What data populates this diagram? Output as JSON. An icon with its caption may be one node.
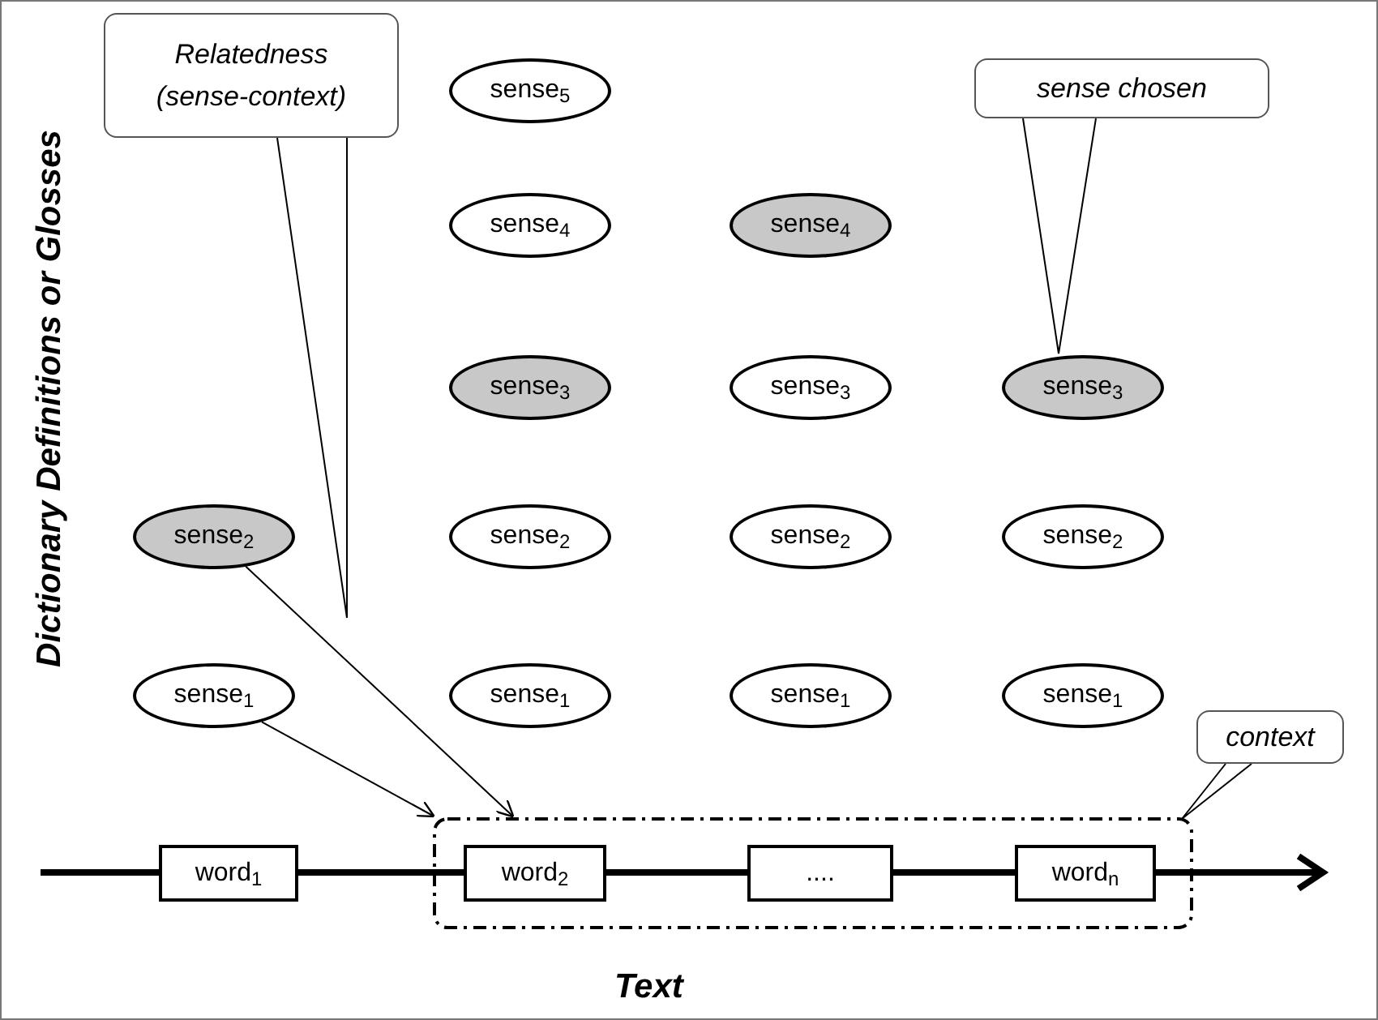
{
  "diagram": {
    "nodes": [
      {
        "text": [
          "Relatedness (sense-context)"
        ]
      },
      {
        "text": [
          "sense$_{5}$"
        ]
      },
      {
        "text": [
          "sense chosen"
        ]
      },
      {
        "text": [
          "sense$_{4}$"
        ]
      },
      {
        "text": [
          "sense$_{4}$"
        ]
      },
      {
        "text": [
          "sense$_{3}$"
        ]
      },
      {
        "text": [
          "sense$_{3}$"
        ]
      },
      {
        "text": [
          "sense$_{3}$"
        ]
      },
      {
        "text": [
          "sense$_{2}$"
        ]
      },
      {
        "text": [
          "sense$_{2}$"
        ]
      },
      {
        "text": [
          "sense$_{2}$"
        ]
      },
      {
        "text": [
          "sense$_{2}$"
        ]
      },
      {
        "text": [
          "sense$_{1}$"
        ]
      },
      {
        "text": [
          "sense$_{1}$"
        ]
      },
      {
        "text": [
          "sense$_{1}$"
        ]
      },
      {
        "text": [
          "sense$_{1}$"
        ]
      },
      {
        "text": [
          "context"
        ]
      },
      {
        "text": [],
        "shape": "box"
      },
      {
        "text": [
          "word$_{1}$"
        ]
      },
      {
        "text": [
          "word$_{2}$"
        ],
        "in": 17
      },
      {
        "text": [
          "...."
        ],
        "in": 17
      },
      {
        "text": [
          "word$_{n}$"
        ],
        "in": 17
      }
    ],
    "edges": [
      {
        "from": 12,
        "to": 17,
        "arrow": "to"
      },
      {
        "from": 8,
        "to": 17,
        "arrow": "to"
      },
      {
        "from": 0,
        "to": null,
        "arrow": "none"
      },
      {
        "from": 2,
        "to": 7,
        "arrow": "none"
      },
      {
        "from": 16,
        "to": 17,
        "arrow": "none"
      }
    ],
    "labels": [
      "Dictionary Definitions or Glosses",
      "Text"
    ]
  }
}
